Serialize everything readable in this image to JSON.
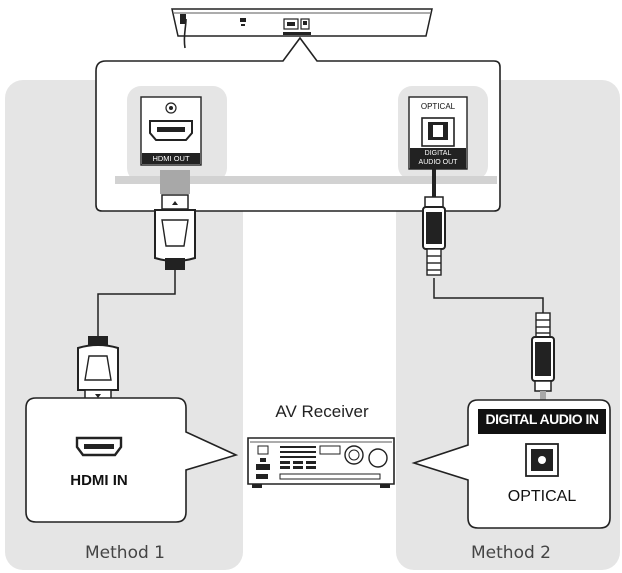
{
  "labels": {
    "hdmi_out": "HDMI OUT",
    "optical_port": "OPTICAL",
    "digital_audio_out_1": "DIGITAL",
    "digital_audio_out_2": "AUDIO OUT",
    "av_receiver": "AV Receiver",
    "hdmi_in": "HDMI IN",
    "digital_audio_in": "DIGITAL AUDIO IN",
    "optical": "OPTICAL",
    "method_1": "Method 1",
    "method_2": "Method 2"
  },
  "colors": {
    "panel_gray": "#e5e5e5",
    "line": "#222222",
    "black_band": "#111111",
    "arrow_gray": "#a8a8a8"
  }
}
